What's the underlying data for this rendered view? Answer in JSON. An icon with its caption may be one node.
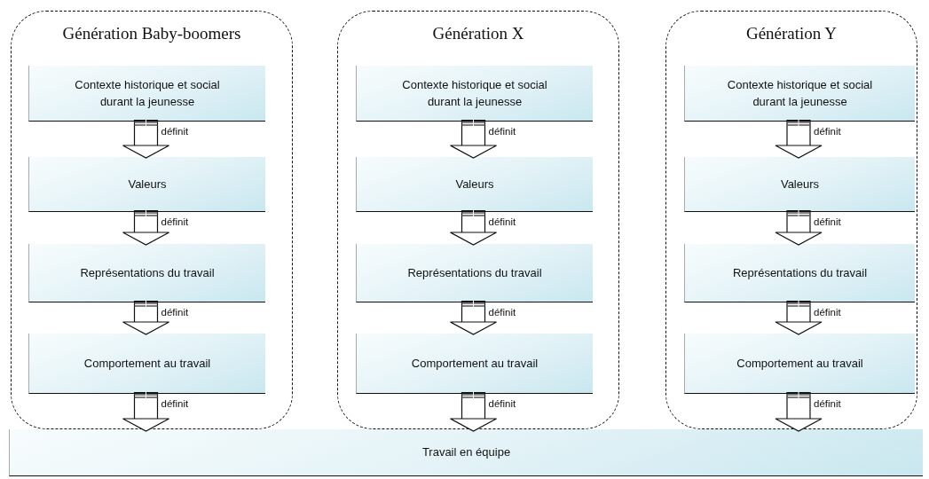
{
  "diagram": {
    "nodes": [
      {
        "text": [
          "Génération Baby-boomers"
        ]
      },
      {
        "text": [
          "Contexte historique et social durant la jeunesse"
        ],
        "in": 0
      },
      {
        "text": [
          "Valeurs"
        ],
        "in": 0
      },
      {
        "text": [
          "Représentations du travail"
        ],
        "in": 0
      },
      {
        "text": [
          "Comportement au travail"
        ],
        "in": 0
      },
      {
        "text": [
          "Génération X"
        ]
      },
      {
        "text": [
          "Contexte historique et social durant la jeunesse"
        ],
        "in": 5
      },
      {
        "text": [
          "Valeurs"
        ],
        "in": 5
      },
      {
        "text": [
          "Représentations du travail"
        ],
        "in": 5
      },
      {
        "text": [
          "Comportement au travail"
        ],
        "in": 5
      },
      {
        "text": [
          "Génération Y"
        ]
      },
      {
        "text": [
          "Contexte historique et social durant la jeunesse"
        ],
        "in": 10
      },
      {
        "text": [
          "Valeurs"
        ],
        "in": 10
      },
      {
        "text": [
          "Représentations du travail"
        ],
        "in": 10
      },
      {
        "text": [
          "Comportement au travail"
        ],
        "in": 10
      },
      {
        "text": [
          "Travail en équipe"
        ]
      }
    ],
    "edges": [
      {
        "from": 1,
        "to": 2,
        "arrow": "to",
        "label": "définit"
      },
      {
        "from": 2,
        "to": 3,
        "arrow": "to",
        "label": "définit"
      },
      {
        "from": 3,
        "to": 4,
        "arrow": "to",
        "label": "définit"
      },
      {
        "from": 4,
        "to": 15,
        "arrow": "to",
        "label": "définit"
      },
      {
        "from": 6,
        "to": 7,
        "arrow": "to",
        "label": "définit"
      },
      {
        "from": 7,
        "to": 8,
        "arrow": "to",
        "label": "définit"
      },
      {
        "from": 8,
        "to": 9,
        "arrow": "to",
        "label": "définit"
      },
      {
        "from": 9,
        "to": 15,
        "arrow": "to",
        "label": "définit"
      },
      {
        "from": 11,
        "to": 12,
        "arrow": "to",
        "label": "définit"
      },
      {
        "from": 12,
        "to": 13,
        "arrow": "to",
        "label": "définit"
      },
      {
        "from": 13,
        "to": 14,
        "arrow": "to",
        "label": "définit"
      },
      {
        "from": 14,
        "to": 15,
        "arrow": "to",
        "label": "définit"
      }
    ]
  }
}
